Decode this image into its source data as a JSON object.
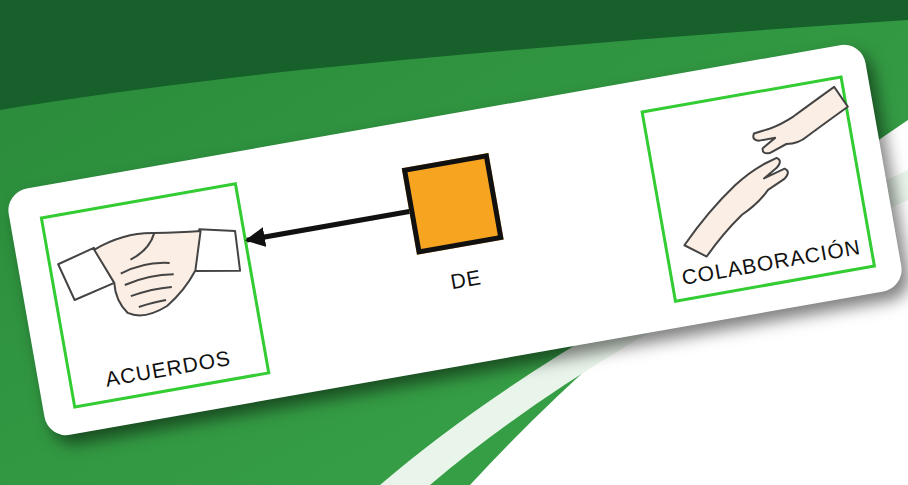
{
  "diagram": {
    "nodes": [
      {
        "text": [
          "ACUERDOS"
        ]
      },
      {
        "text": [
          "DE"
        ]
      },
      {
        "text": [
          "COLABORACIÓN"
        ]
      }
    ],
    "edges": [
      {
        "from": 1,
        "to": 0,
        "arrow": "to"
      }
    ]
  }
}
